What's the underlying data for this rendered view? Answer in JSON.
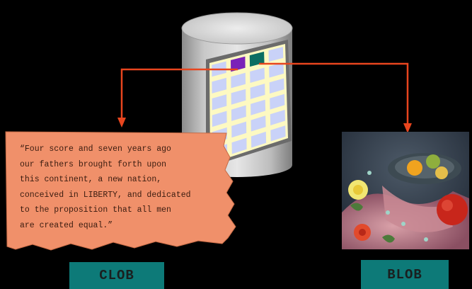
{
  "quote_lines": [
    "“Four score and seven years ago",
    "our fathers brought forth upon",
    "this continent, a new nation,",
    "conceived in LIBERTY, and dedicated",
    "to the proposition that all men",
    "are created equal.”"
  ],
  "labels": {
    "clob": "CLOB",
    "blob": "BLOB"
  },
  "colors": {
    "background": "#000000",
    "arrow": "#e8451e",
    "label_box": "#0d7a78",
    "paper": "#f0906a",
    "cell": "#c9d2f8",
    "table_frame": "#fdf9c2",
    "highlight_purple": "#7a22b8",
    "highlight_teal": "#0b6e62"
  }
}
